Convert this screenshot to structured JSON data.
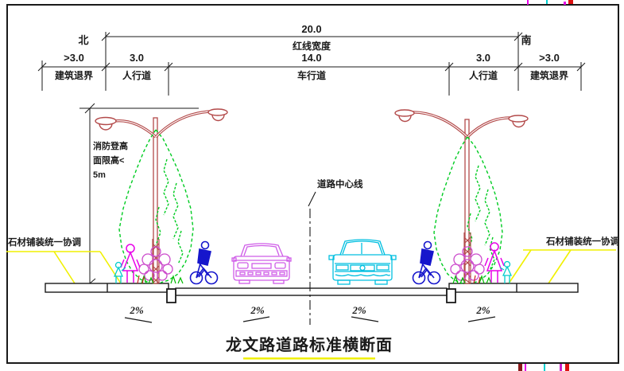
{
  "title": {
    "text": "龙文路道路标准横断面"
  },
  "compass": {
    "north": "北",
    "south": "南"
  },
  "dimensions": {
    "overall": {
      "value": "20.0",
      "label": "红线宽度"
    },
    "segments": [
      {
        "value": ">3.0",
        "label": "建筑退界"
      },
      {
        "value": "3.0",
        "label": "人行道"
      },
      {
        "value": "14.0",
        "label": "车行道"
      },
      {
        "value": "3.0",
        "label": "人行道"
      },
      {
        "value": ">3.0",
        "label": "建筑退界"
      }
    ]
  },
  "annotations": {
    "fire_access": {
      "line1": "消防登高",
      "line2": "面限高<",
      "line3": "5m"
    },
    "road_centerline": "道路中心线",
    "stone_paving_left": "石材铺装统一协调",
    "stone_paving_right": "石材铺装统一协调"
  },
  "slopes": [
    {
      "label": "2%"
    },
    {
      "label": "2%"
    },
    {
      "label": "2%"
    },
    {
      "label": "2%"
    }
  ],
  "colors": {
    "line": "#1a1a1a",
    "lamp": "#b34a4a",
    "tree": "#00cc22",
    "shrub": "#cc4ccc",
    "pedestrian": "#e800e8",
    "child": "#00cccc",
    "cyclist": "#1616cc",
    "car_left": "#cf5ce8",
    "car_right": "#00bfe0",
    "paving_hatch": "#f0f000",
    "title_underline": "#f0f000"
  }
}
